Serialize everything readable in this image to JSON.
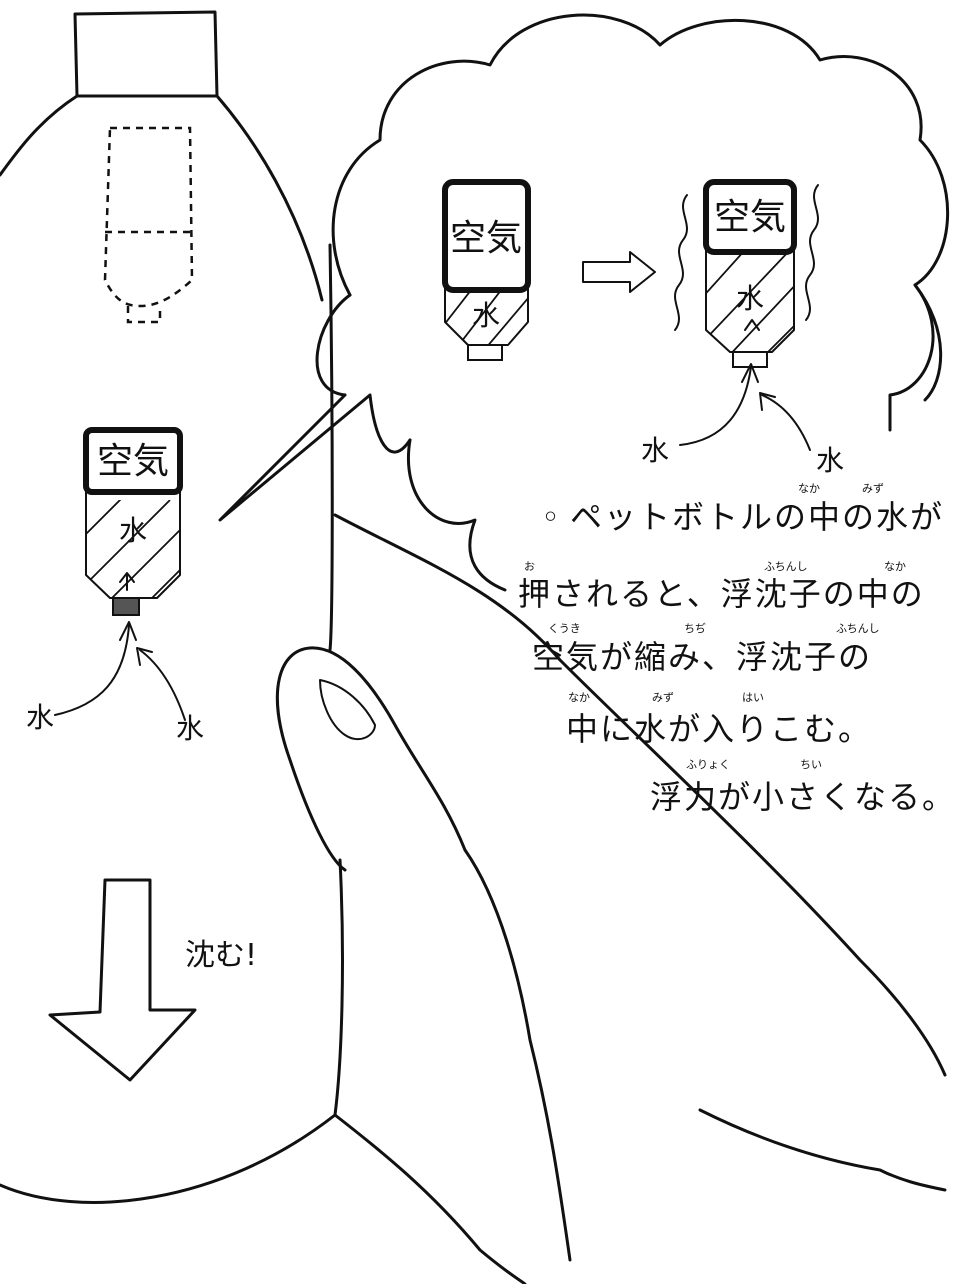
{
  "labels": {
    "air": "空気",
    "water": "水",
    "sink": "沈む!"
  },
  "explanation": {
    "bullet": "◦",
    "lines": [
      "ペットボトルの中の水が",
      "押されると、浮沈子の中の",
      "空気が縮み、浮沈子の",
      "中に水が入りこむ。",
      "浮力が小さくなる。"
    ],
    "ruby": {
      "naka1": "なか",
      "mizu1": "みず",
      "o": "お",
      "fuchinshi1": "ふちんし",
      "naka2": "なか",
      "kuuki": "くうき",
      "chiji": "ちぢ",
      "fuchinshi2": "ふちんし",
      "naka3": "なか",
      "mizu2": "みず",
      "hai": "はい",
      "furyoku": "ふりょく",
      "chii": "ちい"
    }
  }
}
